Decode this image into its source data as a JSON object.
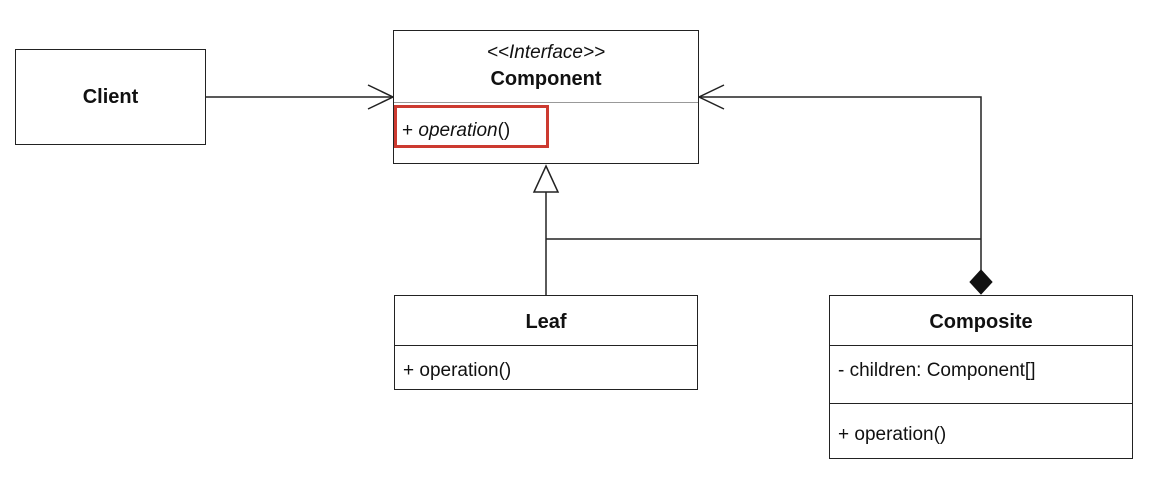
{
  "client": {
    "name": "Client"
  },
  "component": {
    "stereotype": "<<Interface>>",
    "name": "Component",
    "operation_prefix": "+ ",
    "operation_name": "operation",
    "operation_suffix": "()"
  },
  "leaf": {
    "name": "Leaf",
    "operation": "+ operation()"
  },
  "composite": {
    "name": "Composite",
    "field": "- children: Component[]",
    "operation": "+ operation()"
  },
  "colors": {
    "line": "#222222",
    "highlight": "#cc3a30"
  }
}
